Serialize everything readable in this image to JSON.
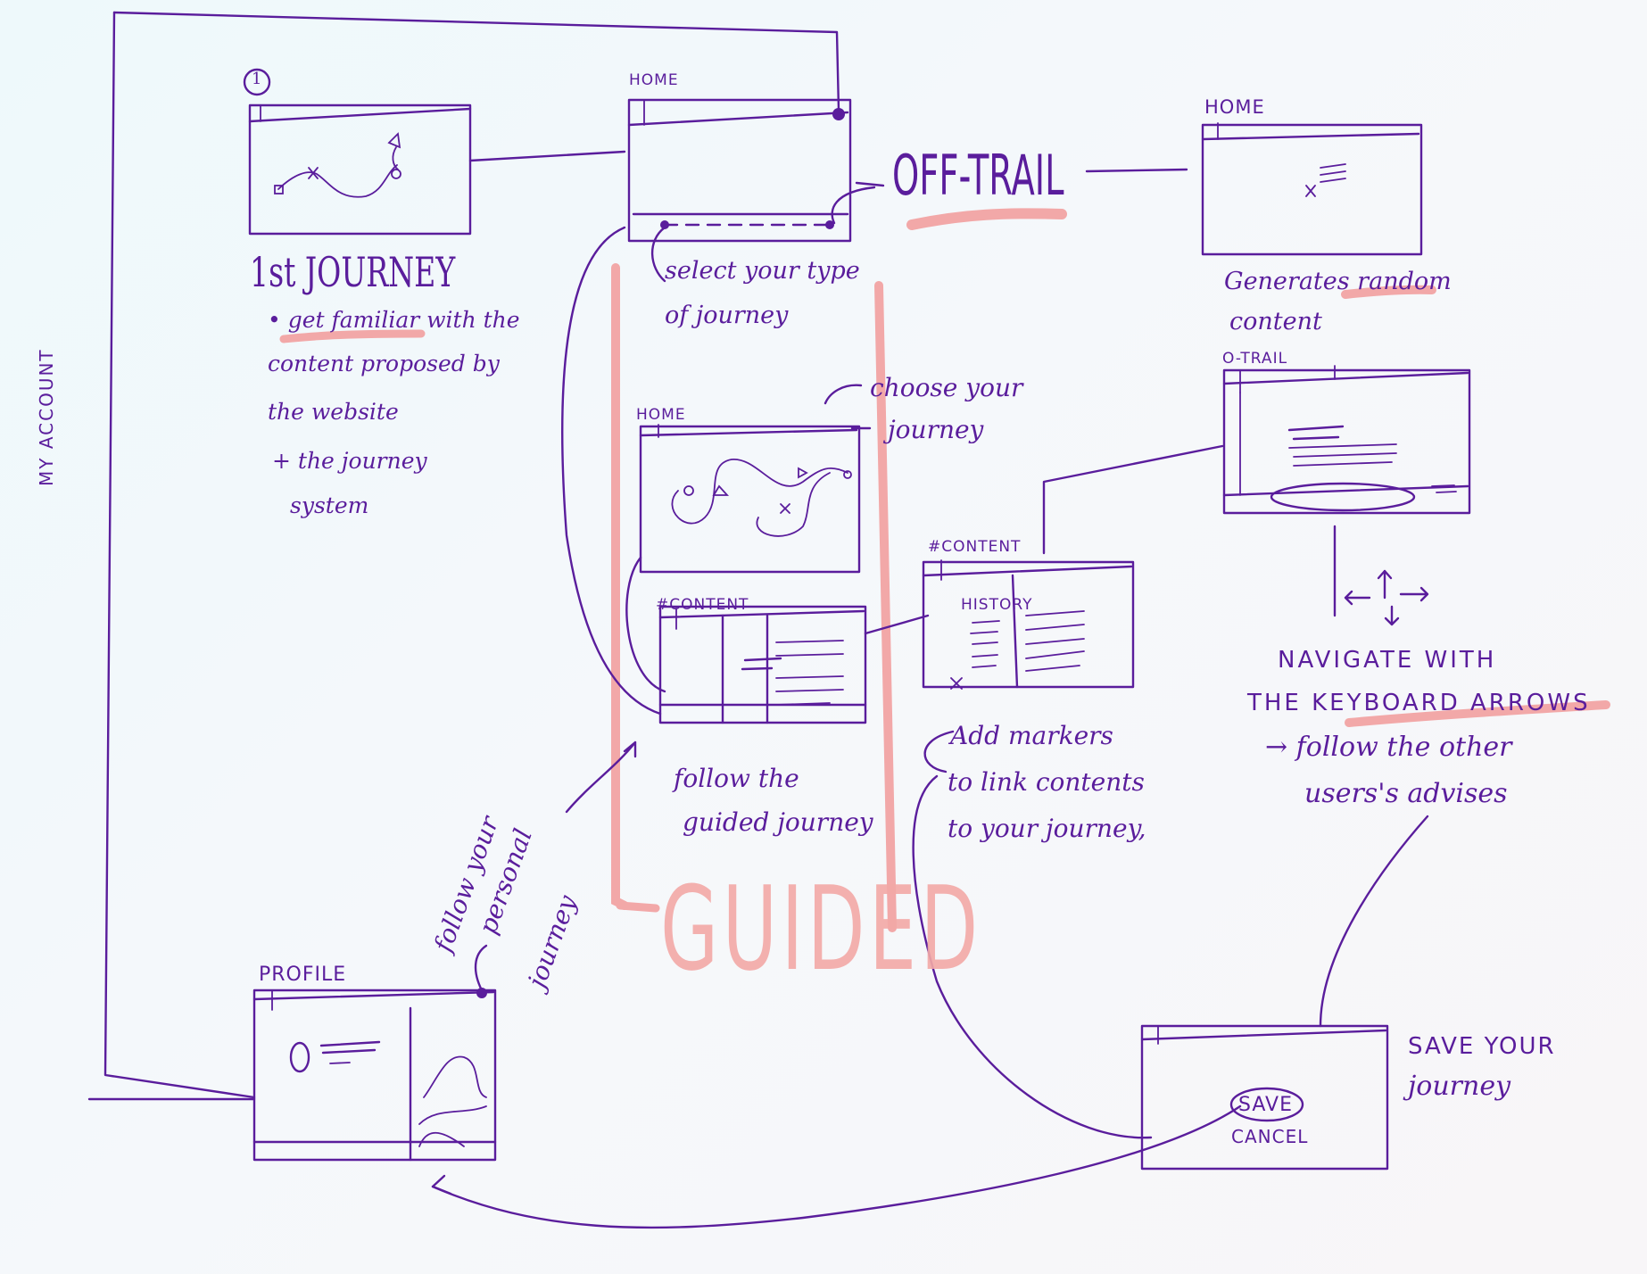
{
  "labels": {
    "my_account": "MY ACCOUNT",
    "step_number": "1",
    "home_1": "HOME",
    "home_2": "HOME",
    "home_3": "HOME",
    "off_trail_title": "OFF-TRAIL",
    "off_trail_small": "O-TRAIL",
    "content_1": "#CONTENT",
    "content_2": "#CONTENT",
    "history": "HISTORY",
    "profile": "PROFILE",
    "guided": "GUIDED",
    "save": "SAVE",
    "cancel": "CANCEL"
  },
  "notes": {
    "first_journey_title": "1st JOURNEY",
    "first_journey_lines": [
      "• get familiar with the",
      "content proposed by",
      "the website",
      "+ the journey",
      "system"
    ],
    "select_type_lines": [
      "select your type",
      "of journey"
    ],
    "choose_journey_lines": [
      "choose your",
      "journey"
    ],
    "generates_lines": [
      "Generates random",
      "content"
    ],
    "follow_guided_lines": [
      "follow the",
      "guided journey"
    ],
    "add_markers_lines": [
      "Add markers",
      "to link contents",
      "to your journey,"
    ],
    "navigate_lines": [
      "NAVIGATE WITH",
      "THE KEYBOARD ARROWS"
    ],
    "follow_other_lines": [
      "→ follow the other",
      "users's advises"
    ],
    "follow_personal_lines": [
      "follow your",
      "personal",
      "journey"
    ],
    "save_journey_lines": [
      "SAVE YOUR",
      "journey"
    ]
  },
  "colors": {
    "ink": "#5a1d9c",
    "highlight": "#f2a8a8",
    "paper": "#f3f8fa"
  }
}
